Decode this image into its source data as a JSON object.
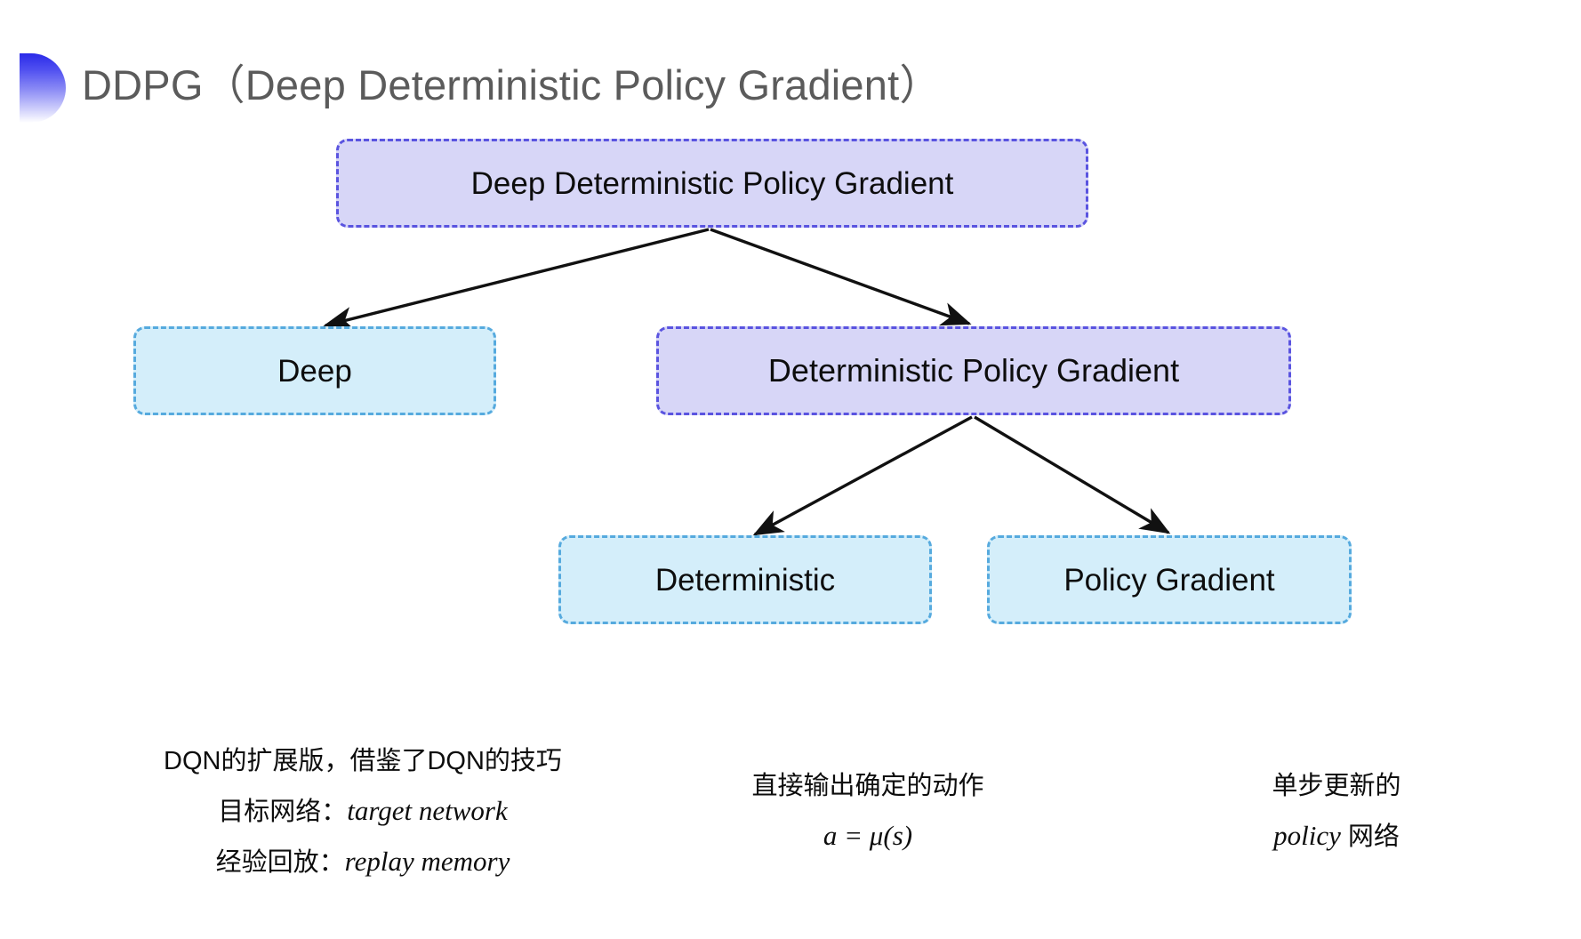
{
  "slide": {
    "background_color": "#ffffff",
    "title": "DDPG（Deep Deterministic Policy Gradient）",
    "title_color": "#5b5b5b",
    "bullet_icon": "half-circle-gradient-bullet"
  },
  "palette": {
    "purple_fill": "#d7d6f7",
    "purple_border": "#5a54e0",
    "blue_fill": "#d4eefa",
    "blue_border": "#56aade",
    "arrow_color": "#111111",
    "text_color": "#0d0d0d"
  },
  "diagram": {
    "nodes": [
      {
        "id": "root",
        "label": "Deep Deterministic Policy Gradient",
        "style": "purple"
      },
      {
        "id": "deep",
        "label": "Deep",
        "style": "blue"
      },
      {
        "id": "dpg",
        "label": "Deterministic Policy Gradient",
        "style": "purple"
      },
      {
        "id": "deterministic",
        "label": "Deterministic",
        "style": "blue"
      },
      {
        "id": "policy_gradient",
        "label": "Policy Gradient",
        "style": "blue"
      }
    ],
    "edges": [
      {
        "from": "root",
        "to": "deep"
      },
      {
        "from": "root",
        "to": "dpg"
      },
      {
        "from": "dpg",
        "to": "deterministic"
      },
      {
        "from": "dpg",
        "to": "policy_gradient"
      }
    ]
  },
  "captions": {
    "deep": {
      "line1": "DQN的扩展版，借鉴了DQN的技巧",
      "line2_label": "目标网络：",
      "line2_term": "target network",
      "line3_label": "经验回放：",
      "line3_term": "replay memory"
    },
    "deterministic": {
      "line1": "直接输出确定的动作",
      "formula": "a = μ(s)"
    },
    "policy_gradient": {
      "line1": "单步更新的",
      "line2_term": "policy",
      "line2_suffix": " 网络"
    }
  }
}
